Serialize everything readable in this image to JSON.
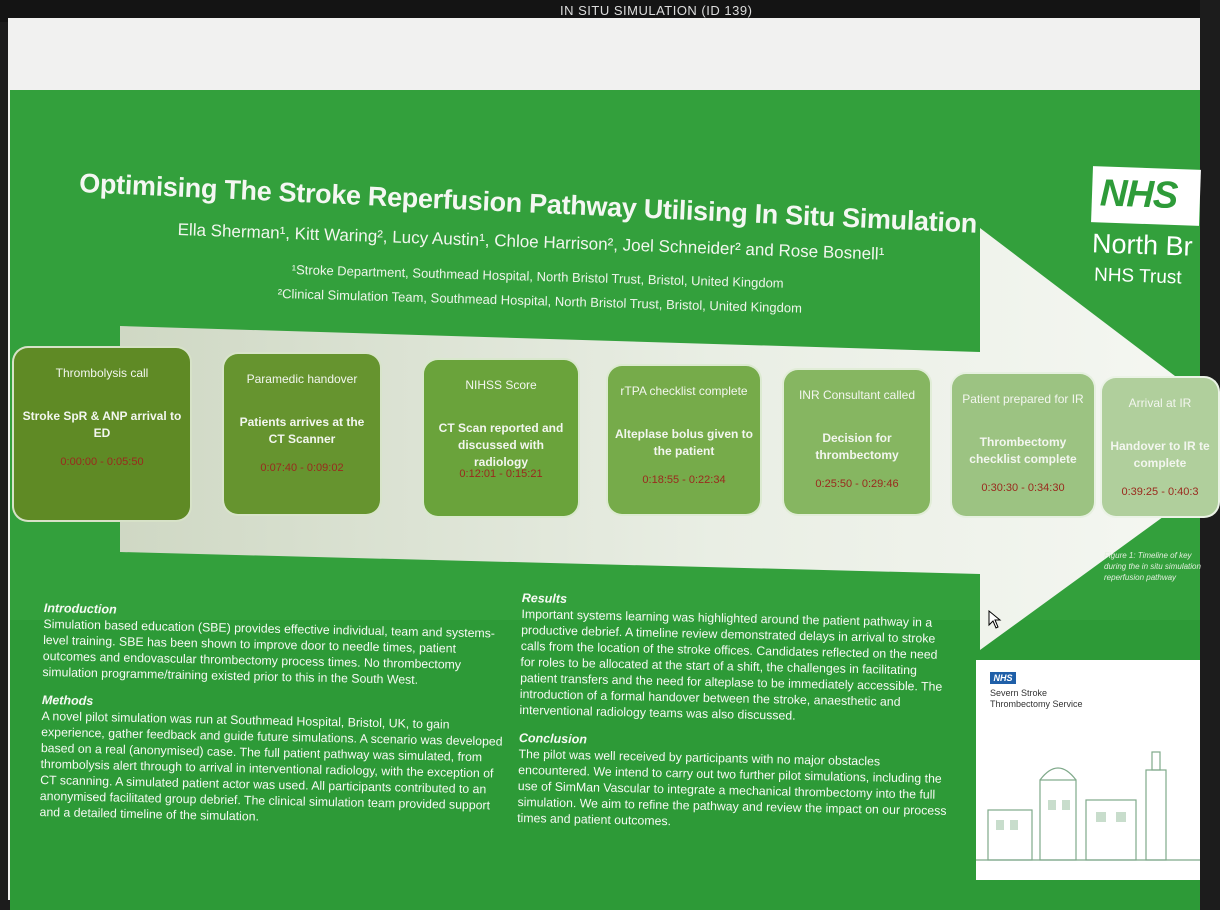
{
  "window": {
    "title": "IN SITU SIMULATION (ID 139)"
  },
  "poster": {
    "title": "Optimising The Stroke Reperfusion Pathway Utilising In Situ Simulation",
    "authors": "Ella Sherman¹, Kitt Waring², Lucy Austin¹, Chloe Harrison², Joel Schneider² and Rose Bosnell¹",
    "affiliation_1": "¹Stroke Department, Southmead Hospital, North Bristol Trust, Bristol, United Kingdom",
    "affiliation_2": "²Clinical Simulation Team, Southmead Hospital, North Bristol Trust, Bristol, United Kingdom",
    "logo": {
      "badge": "NHS",
      "trust_line1": "North Br",
      "trust_line2": "NHS Trust"
    },
    "timeline": [
      {
        "label": "Thrombolysis call",
        "desc": "Stroke SpR & ANP arrival to ED",
        "time": "0:00:00 - 0:05:50"
      },
      {
        "label": "Paramedic handover",
        "desc": "Patients arrives at the CT Scanner",
        "time": "0:07:40 - 0:09:02"
      },
      {
        "label": "NIHSS Score",
        "desc": "CT Scan reported and discussed with radiology",
        "time": "0:12:01 - 0:15:21"
      },
      {
        "label": "rTPA checklist complete",
        "desc": "Alteplase bolus given to the patient",
        "time": "0:18:55 - 0:22:34"
      },
      {
        "label": "INR Consultant called",
        "desc": "Decision for thrombectomy",
        "time": "0:25:50 - 0:29:46"
      },
      {
        "label": "Patient prepared for IR",
        "desc": "Thrombectomy checklist complete",
        "time": "0:30:30 - 0:34:30"
      },
      {
        "label": "Arrival at IR",
        "desc": "Handover to IR te complete",
        "time": "0:39:25 - 0:40:3"
      }
    ],
    "figure_caption": "Figure 1: Timeline of key during the in situ simulation reperfusion pathway",
    "introduction": {
      "heading": "Introduction",
      "body": "Simulation based education (SBE) provides effective individual, team and systems-level training. SBE has been shown to improve door to needle times, patient outcomes and endovascular thrombectomy process times. No thrombectomy simulation programme/training existed prior to this in the South West."
    },
    "methods": {
      "heading": "Methods",
      "body": "A novel pilot simulation was run at Southmead Hospital, Bristol, UK, to gain experience, gather feedback and guide future simulations. A scenario was developed based on a real (anonymised) case. The full patient pathway was simulated, from thrombolysis alert through to arrival in interventional radiology, with the exception of CT scanning. A simulated patient actor was used. All participants contributed to an anonymised facilitated group debrief. The clinical simulation team provided support and a detailed timeline of the simulation."
    },
    "results": {
      "heading": "Results",
      "body": "Important systems learning was highlighted around the patient pathway in a productive debrief. A timeline review demonstrated delays in arrival to stroke calls from the location of the stroke offices. Candidates reflected on the need for roles to be allocated at the start of a shift, the challenges in facilitating patient transfers and the need for alteplase to be immediately accessible. The introduction of a formal handover between the stroke, anaesthetic and interventional radiology teams was also discussed."
    },
    "conclusion": {
      "heading": "Conclusion",
      "body": "The pilot was well received by participants with no major obstacles encountered. We intend to carry out two further pilot simulations, including the use of SimMan Vascular to integrate a mechanical thrombectomy into the full simulation. We aim to refine the pathway and review the impact on our process times and patient outcomes."
    },
    "service_logo": {
      "badge": "NHS",
      "name_line1": "Severn Stroke",
      "name_line2": "Thrombectomy Service"
    }
  },
  "colors": {
    "poster_green": "#33a03c",
    "time_red": "#9a2a1e"
  }
}
